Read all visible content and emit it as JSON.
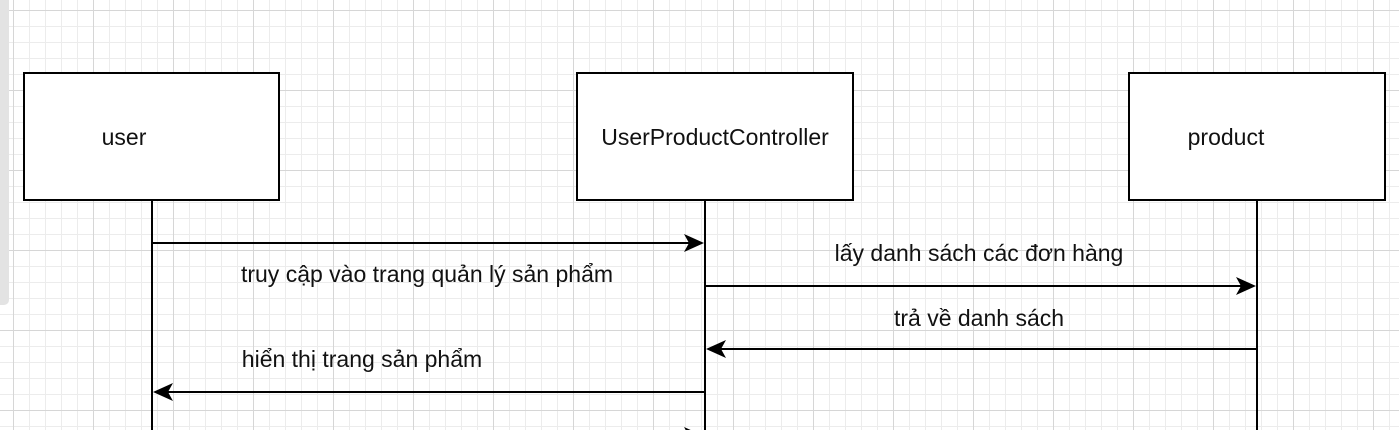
{
  "participants": [
    {
      "id": "user",
      "label": "user"
    },
    {
      "id": "controller",
      "label": "UserProductController"
    },
    {
      "id": "product",
      "label": "product"
    }
  ],
  "messages": [
    {
      "from": "user",
      "to": "controller",
      "label": "truy cập vào trang quản lý sản phẩm"
    },
    {
      "from": "controller",
      "to": "product",
      "label": "lấy danh sách các đơn hàng"
    },
    {
      "from": "product",
      "to": "controller",
      "label": "trả về danh sách"
    },
    {
      "from": "controller",
      "to": "user",
      "label": "hiển thị trang sản phẩm"
    },
    {
      "from": "user",
      "to": "controller",
      "label": ""
    }
  ]
}
